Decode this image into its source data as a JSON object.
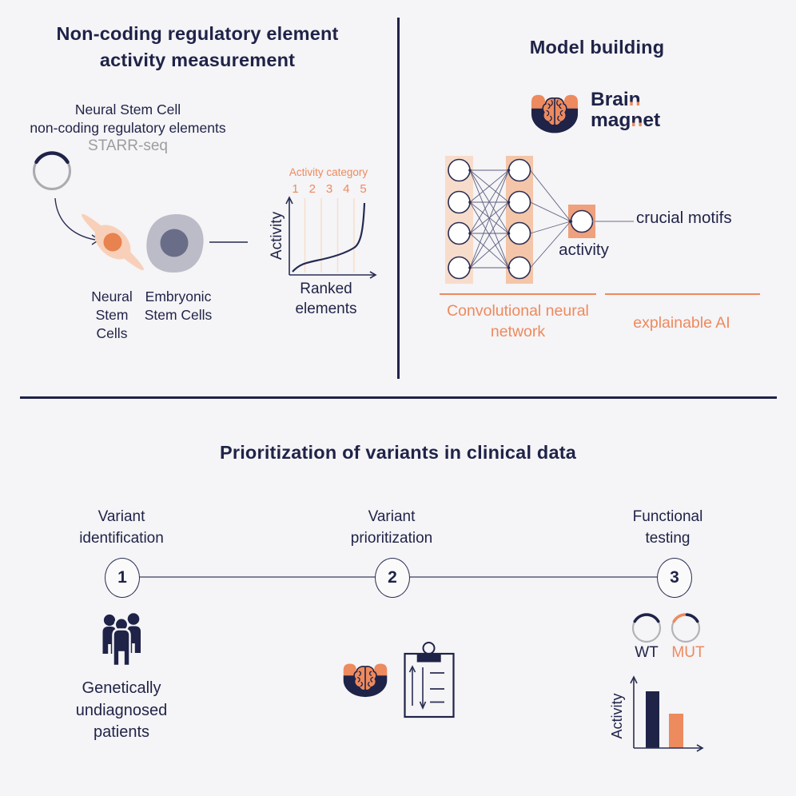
{
  "colors": {
    "background": "#F5F4F6",
    "navy": "#1F2348",
    "orange": "#ED8A5E",
    "light_peach": "#F8DCCB",
    "mid_peach": "#F4C5A8",
    "deep_peach": "#EFA07C",
    "gray_text": "#9D9DA1",
    "plasmid_gray": "#ABABB0",
    "nsc_body": "#F8D0B9",
    "nsc_nucleus": "#E8824F",
    "esc_body": "#BCBCC8",
    "esc_nucleus": "#6A6D88"
  },
  "panels": {
    "measurement": {
      "title": "Non-coding regulatory element activity measurement",
      "subtitle_line1": "Neural Stem Cell",
      "subtitle_line2": "non-coding regulatory elements",
      "method": "STARR-seq",
      "nsc_label": "Neural Stem Cells",
      "esc_label": "Embryonic Stem Cells",
      "chart": {
        "header": "Activity category",
        "categories": [
          "1",
          "2",
          "3",
          "4",
          "5"
        ],
        "ylabel": "Activity",
        "xlabel": "Ranked elements"
      }
    },
    "model": {
      "title": "Model building",
      "logo": {
        "w1a": "Brai",
        "w1b": "n",
        "w2a": "mag",
        "w2b": "n",
        "w2c": "et"
      },
      "activity_label": "activity",
      "motifs_label": "crucial motifs",
      "cnn_caption": "Convolutional neural network",
      "xai_caption": "explainable AI"
    },
    "clinical": {
      "title": "Prioritization of variants in clinical data",
      "steps": [
        {
          "number": "1",
          "label": "Variant identification",
          "caption": "Genetically undiagnosed patients"
        },
        {
          "number": "2",
          "label": "Variant prioritization",
          "caption": ""
        },
        {
          "number": "3",
          "label": "Functional testing",
          "caption": ""
        }
      ],
      "wt_label": "WT",
      "mut_label": "MUT",
      "bar_ylabel": "Activity"
    }
  },
  "icons": {
    "plasmid": "circle with insert arc",
    "neural_stem_cell": "spindle cell with orange nucleus",
    "embryonic_stem_cell": "round cell with dark nucleus",
    "brain_magnet": "U magnet with brain",
    "patients_group": "three person silhouettes",
    "ranked_clipboard": "clipboard with up/down arrows and list",
    "wt_plasmid": "plasmid with navy insert",
    "mut_plasmid": "plasmid with orange/navy insert"
  },
  "chart_data": [
    {
      "type": "line",
      "title": "Activity category",
      "xlabel": "Ranked elements",
      "ylabel": "Activity",
      "categories": [
        "1",
        "2",
        "3",
        "4",
        "5"
      ],
      "description": "Monotonically increasing rank curve: flat through categories 1-4, steep rise in category 5",
      "grid": "4 vertical category-boundary gridlines, light orange"
    },
    {
      "type": "bar",
      "categories": [
        "WT",
        "MUT"
      ],
      "values": [
        1.0,
        0.6
      ],
      "ylabel": "Activity",
      "colors": [
        "#1F2348",
        "#ED8A5E"
      ],
      "legend_position": "none"
    }
  ]
}
